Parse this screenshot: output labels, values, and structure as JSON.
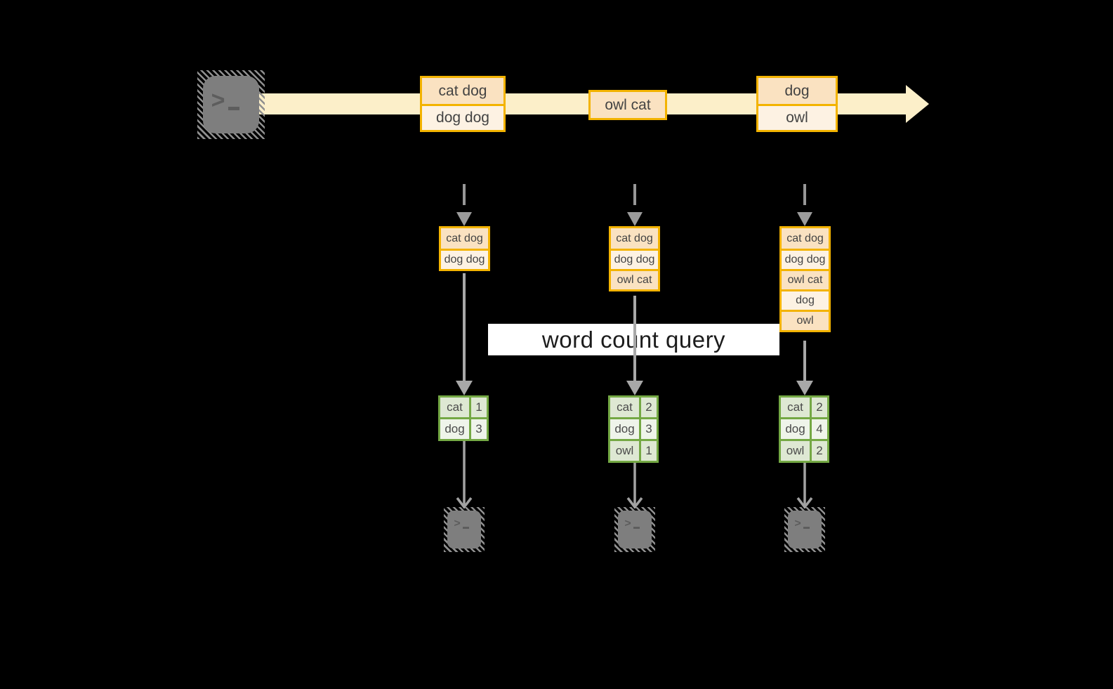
{
  "diagram": {
    "query_label": "word count query",
    "prompt_char": ">"
  },
  "stream": {
    "source_icon": "terminal-icon",
    "events": [
      {
        "lines": [
          "cat dog",
          "dog dog"
        ]
      },
      {
        "lines": [
          "owl cat"
        ]
      },
      {
        "lines": [
          "dog",
          "owl"
        ]
      }
    ]
  },
  "columns": [
    {
      "batch": [
        "cat dog",
        "dog dog"
      ],
      "counts": [
        {
          "word": "cat",
          "count": "1"
        },
        {
          "word": "dog",
          "count": "3"
        }
      ],
      "sink_icon": "terminal-icon"
    },
    {
      "batch": [
        "cat dog",
        "dog dog",
        "owl cat"
      ],
      "counts": [
        {
          "word": "cat",
          "count": "2"
        },
        {
          "word": "dog",
          "count": "3"
        },
        {
          "word": "owl",
          "count": "1"
        }
      ],
      "sink_icon": "terminal-icon"
    },
    {
      "batch": [
        "cat dog",
        "dog dog",
        "owl cat",
        "dog",
        "owl"
      ],
      "counts": [
        {
          "word": "cat",
          "count": "2"
        },
        {
          "word": "dog",
          "count": "4"
        },
        {
          "word": "owl",
          "count": "2"
        }
      ],
      "sink_icon": "terminal-icon"
    }
  ],
  "colors": {
    "background": "#000000",
    "stream_fill": "#FCEFC9",
    "event_border": "#F3B300",
    "event_fill_dark": "#FAE2C1",
    "event_fill_light": "#FDF2E3",
    "table_border": "#74A844",
    "table_fill_dark": "#DEE8D3",
    "table_fill_light": "#EFF4EA",
    "arrow_gray": "#A2A2A2",
    "terminal_gray": "#7E7E7E",
    "query_band": "#FFFFFF",
    "text": "#434343"
  }
}
